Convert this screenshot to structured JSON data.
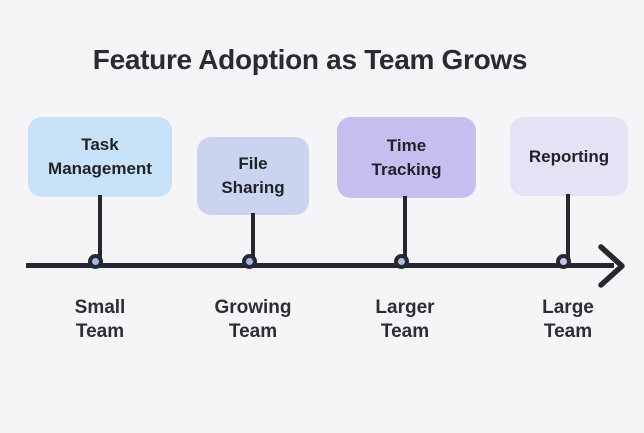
{
  "title": "Feature Adoption as Team Grows",
  "milestones": [
    {
      "feature": "Task\nManagement",
      "stage": "Small\nTeam",
      "box_color": "#c8e3f8",
      "node_color": "#9db7e8"
    },
    {
      "feature": "File\nSharing",
      "stage": "Growing\nTeam",
      "box_color": "#c8d4f0",
      "node_color": "#9fb7e8"
    },
    {
      "feature": "Time\nTracking",
      "stage": "Larger\nTeam",
      "box_color": "#c7beef",
      "node_color": "#a9bfe9"
    },
    {
      "feature": "Reporting",
      "stage": "Large\nTeam",
      "box_color": "#e6e1f5",
      "node_color": "#c8c4f2"
    }
  ],
  "colors": {
    "background": "#f5f4f6",
    "line": "#26282d",
    "title_text": "#282b30"
  }
}
